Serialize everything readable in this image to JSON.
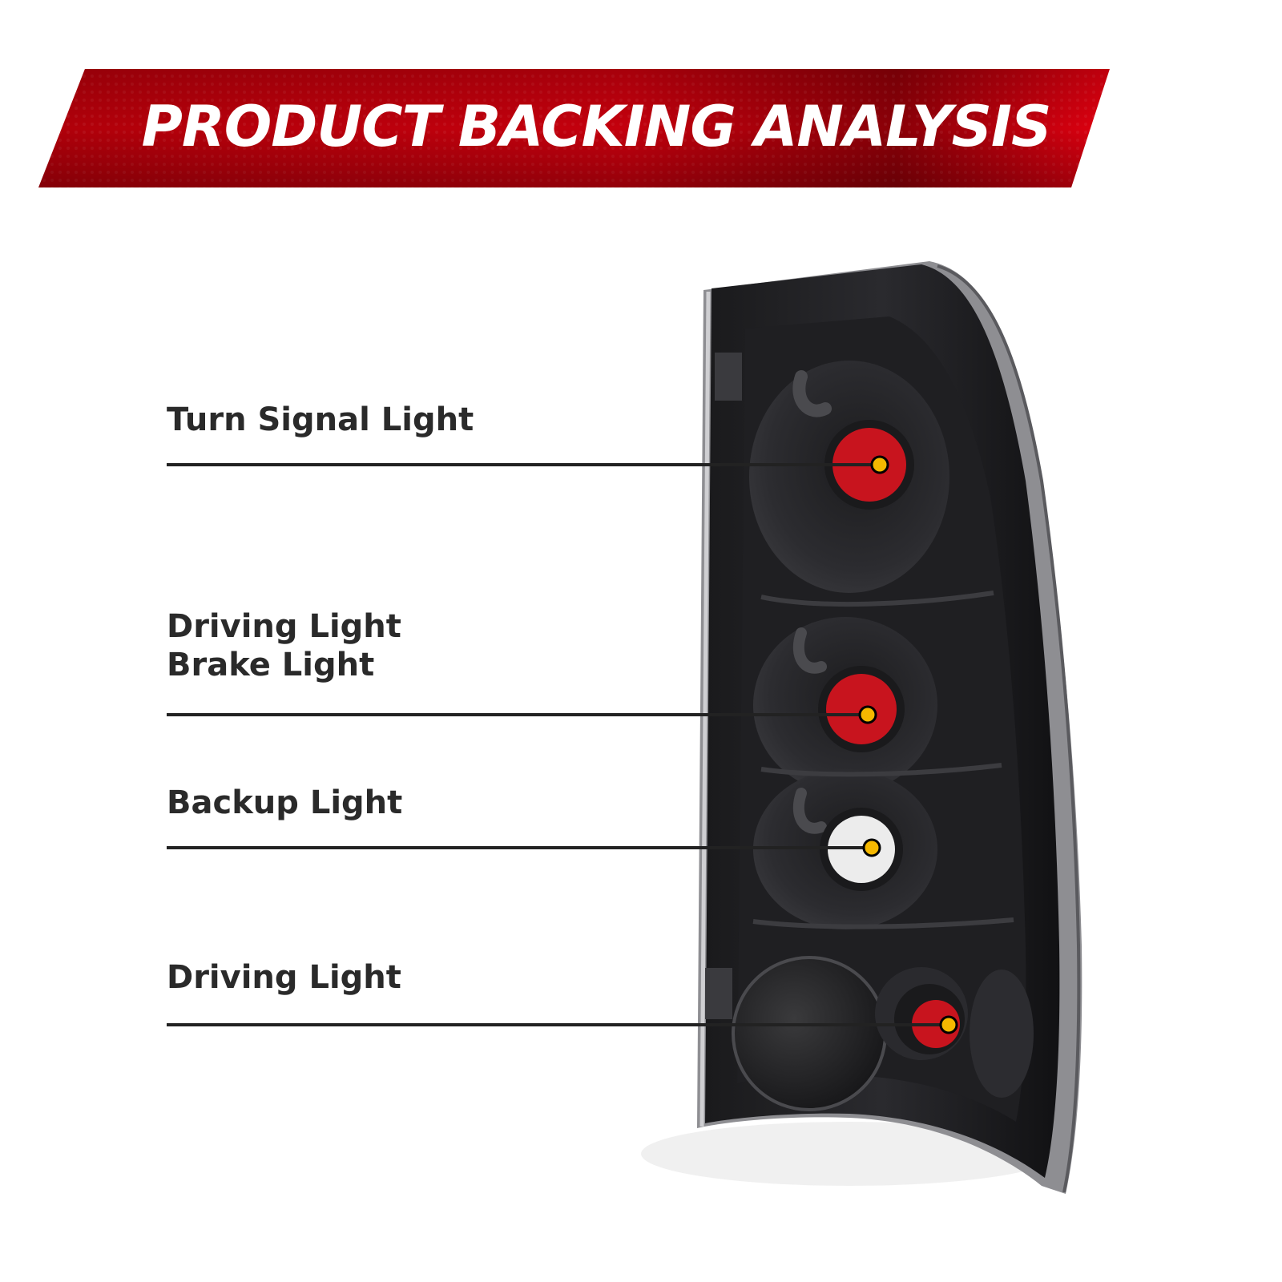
{
  "header": {
    "title": "PRODUCT BACKING ANALYSIS",
    "banner_color": "#c0000c",
    "banner_dark": "#3a0005"
  },
  "callouts": [
    {
      "lines": [
        "Turn Signal Light"
      ],
      "socket_color": "#c8141e"
    },
    {
      "lines": [
        "Driving Light",
        "Brake Light"
      ],
      "socket_color": "#c8141e"
    },
    {
      "lines": [
        "Backup Light"
      ],
      "socket_color": "#ececec"
    },
    {
      "lines": [
        "Driving Light"
      ],
      "socket_color": "#c8141e"
    }
  ],
  "marker_color": "#f5b800",
  "line_color": "#222222"
}
